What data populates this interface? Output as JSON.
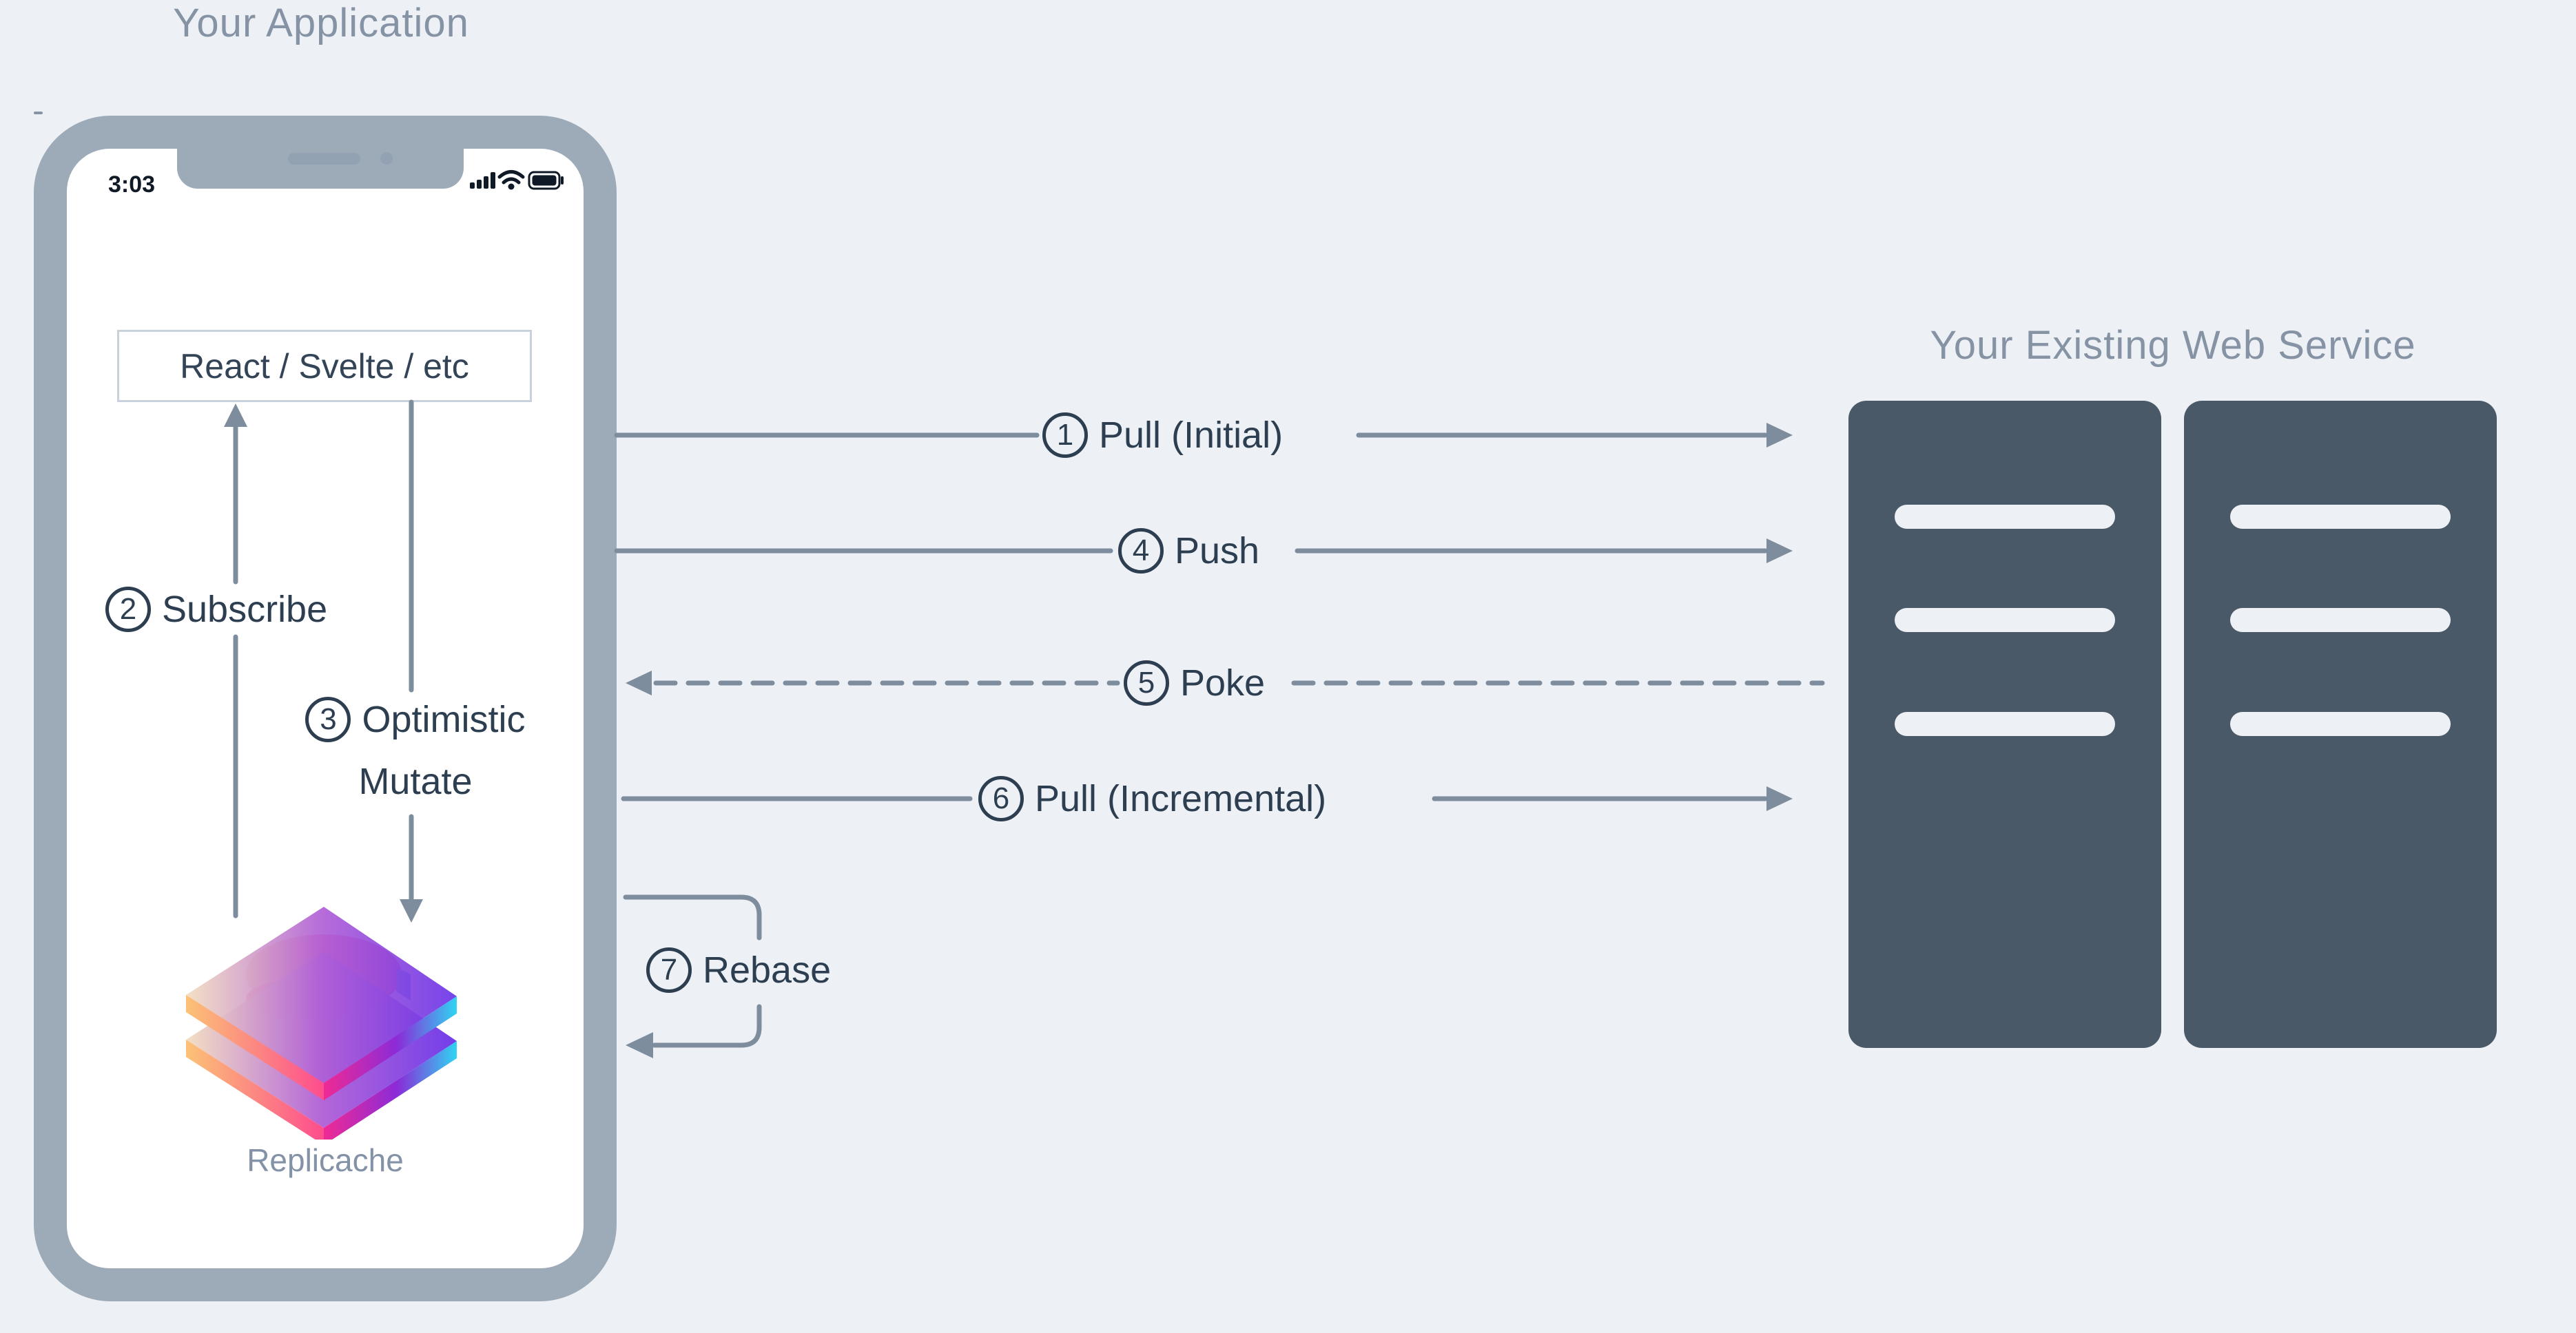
{
  "app": {
    "title": "Your Application",
    "phone": {
      "status_time": "3:03",
      "framework_box_label": "React / Svelte / etc",
      "logo_caption": "Replicache"
    }
  },
  "service": {
    "title": "Your Existing Web Service"
  },
  "flows": {
    "pull_initial": {
      "number": "1",
      "label": "Pull (Initial)"
    },
    "subscribe": {
      "number": "2",
      "label": "Subscribe"
    },
    "optimistic_mutate": {
      "number": "3",
      "label_line1": "Optimistic",
      "label_line2": "Mutate"
    },
    "push": {
      "number": "4",
      "label": "Push"
    },
    "poke": {
      "number": "5",
      "label": "Poke"
    },
    "pull_incremental": {
      "number": "6",
      "label": "Pull (Incremental)"
    },
    "rebase": {
      "number": "7",
      "label": "Rebase"
    }
  },
  "icons": [
    "signal-icon",
    "wifi-icon",
    "battery-icon",
    "speaker-icon",
    "camera-icon",
    "replicache-logo"
  ],
  "colors": {
    "background": "#edf1f6",
    "phone_frame": "#9dabb9",
    "arrow": "#7e8d9d",
    "label_text": "#2c3e50",
    "muted_title": "#8593a4",
    "server_rack": "#4a5968"
  }
}
